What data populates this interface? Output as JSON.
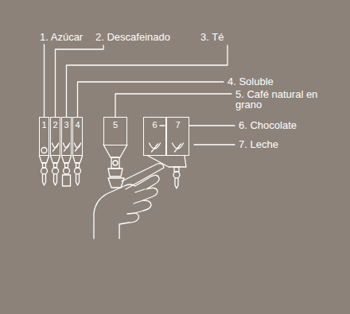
{
  "diagram": {
    "nodes": [
      {
        "text": [
          "1"
        ]
      },
      {
        "text": [
          "2"
        ]
      },
      {
        "text": [
          "3"
        ]
      },
      {
        "text": [
          "4"
        ]
      },
      {
        "text": [
          "5"
        ]
      },
      {
        "text": [
          "6"
        ]
      },
      {
        "text": [
          "7"
        ]
      }
    ],
    "labels": [
      "1. Azúcar",
      "2. Descafeinado",
      "3. Té",
      "4. Soluble",
      "5. Café natural en grano",
      "6. Chocolate",
      "7. Leche"
    ]
  }
}
